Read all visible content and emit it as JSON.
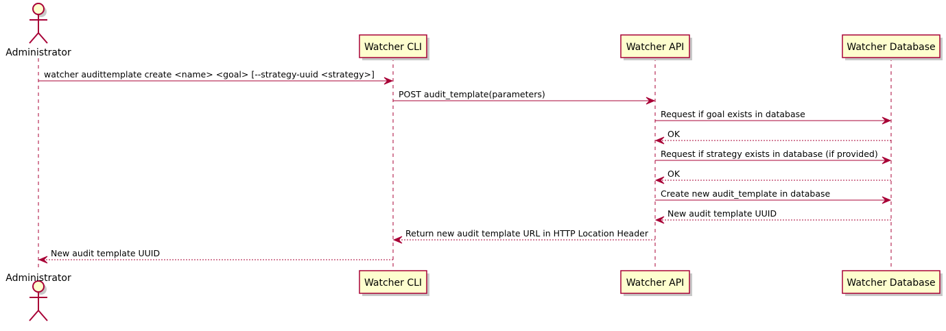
{
  "participants": [
    {
      "id": "admin",
      "name": "Administrator",
      "kind": "actor"
    },
    {
      "id": "cli",
      "name": "Watcher CLI",
      "kind": "participant"
    },
    {
      "id": "api",
      "name": "Watcher API",
      "kind": "participant"
    },
    {
      "id": "db",
      "name": "Watcher Database",
      "kind": "participant"
    }
  ],
  "messages": [
    {
      "from": "admin",
      "to": "cli",
      "text": "watcher audittemplate create <name> <goal> [--strategy-uuid <strategy>]",
      "style": "solid"
    },
    {
      "from": "cli",
      "to": "api",
      "text": "POST audit_template(parameters)",
      "style": "solid"
    },
    {
      "from": "api",
      "to": "db",
      "text": "Request if goal exists in database",
      "style": "solid"
    },
    {
      "from": "db",
      "to": "api",
      "text": "OK",
      "style": "dashed"
    },
    {
      "from": "api",
      "to": "db",
      "text": "Request if strategy exists in database (if provided)",
      "style": "solid"
    },
    {
      "from": "db",
      "to": "api",
      "text": "OK",
      "style": "dashed"
    },
    {
      "from": "api",
      "to": "db",
      "text": "Create new audit_template in database",
      "style": "solid"
    },
    {
      "from": "db",
      "to": "api",
      "text": "New audit template UUID",
      "style": "dashed"
    },
    {
      "from": "api",
      "to": "cli",
      "text": "Return new audit template URL in HTTP Location Header",
      "style": "dashed"
    },
    {
      "from": "cli",
      "to": "admin",
      "text": "New audit template UUID",
      "style": "dashed"
    }
  ],
  "colors": {
    "line": "#A80036",
    "box_fill": "#FEFECE",
    "shadow": "#c8c8c8"
  }
}
